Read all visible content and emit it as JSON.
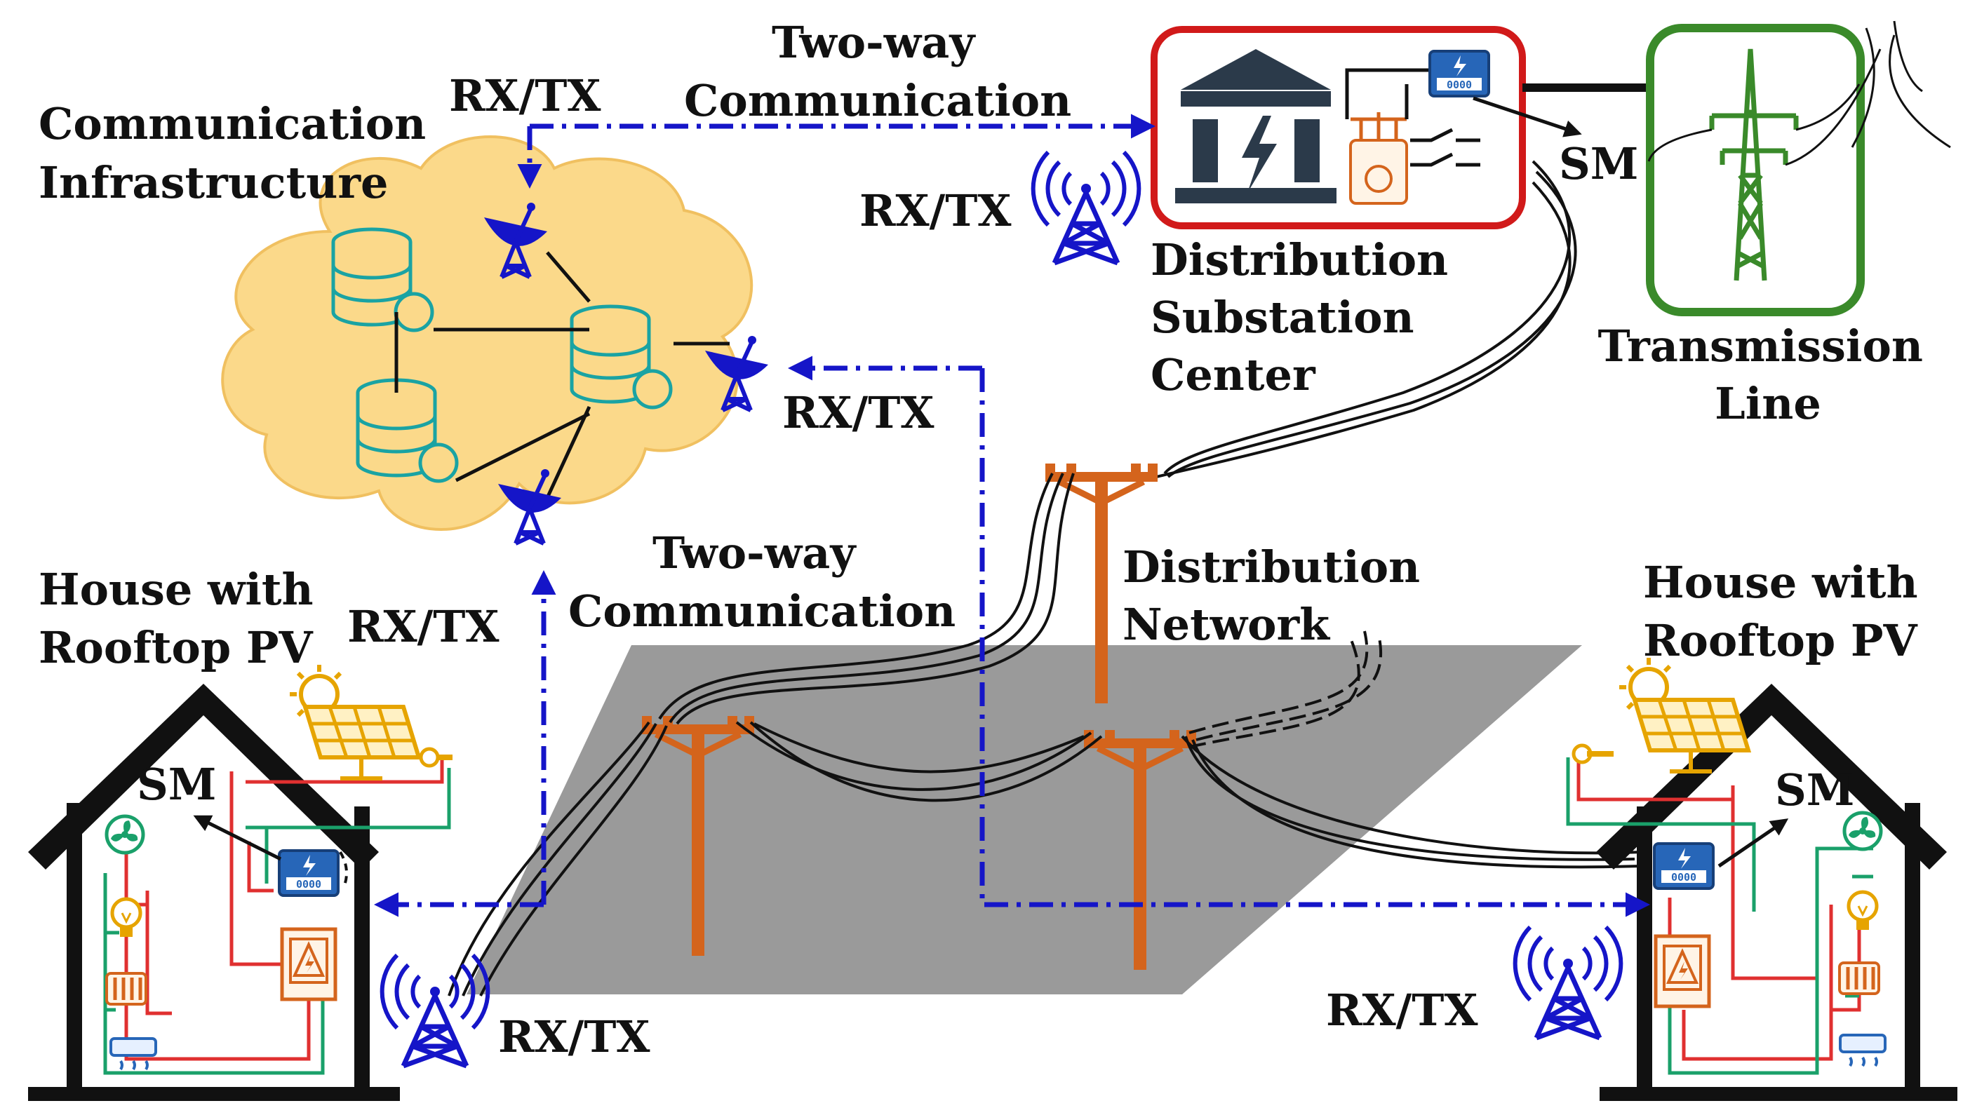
{
  "labels": {
    "comm_infra": [
      "Communication",
      "Infrastructure"
    ],
    "two_way_top": [
      "Two-way",
      "Communication"
    ],
    "two_way_mid": [
      "Two-way",
      "Communication"
    ],
    "rxtx": "RX/TX",
    "substation": [
      "Distribution",
      "Substation",
      "Center"
    ],
    "transmission": [
      "Transmission",
      "Line"
    ],
    "distribution_network": [
      "Distribution",
      "Network"
    ],
    "house_left": [
      "House with",
      "Rooftop PV"
    ],
    "house_right": [
      "House with",
      "Rooftop PV"
    ],
    "sm": "SM"
  },
  "colors": {
    "comm_link": "#1515c8",
    "substation_border": "#d11a1a",
    "transmission_border": "#3a8a2a",
    "pole": "#d4641c",
    "cloud": "#fbd98a",
    "database": "#1aa3a3",
    "ground": "#9a9a9a",
    "house_wire_red": "#e03030",
    "house_wire_green": "#1aa06a",
    "solar": "#e6a400",
    "meter": "#2766b8"
  },
  "icons": [
    "antenna-tower-icon",
    "satellite-dish-icon",
    "database-icon",
    "smart-meter-icon",
    "substation-icon",
    "transformer-icon",
    "pylon-icon",
    "solar-panel-icon",
    "fan-icon",
    "bulb-icon",
    "heater-icon",
    "air-conditioner-icon"
  ]
}
